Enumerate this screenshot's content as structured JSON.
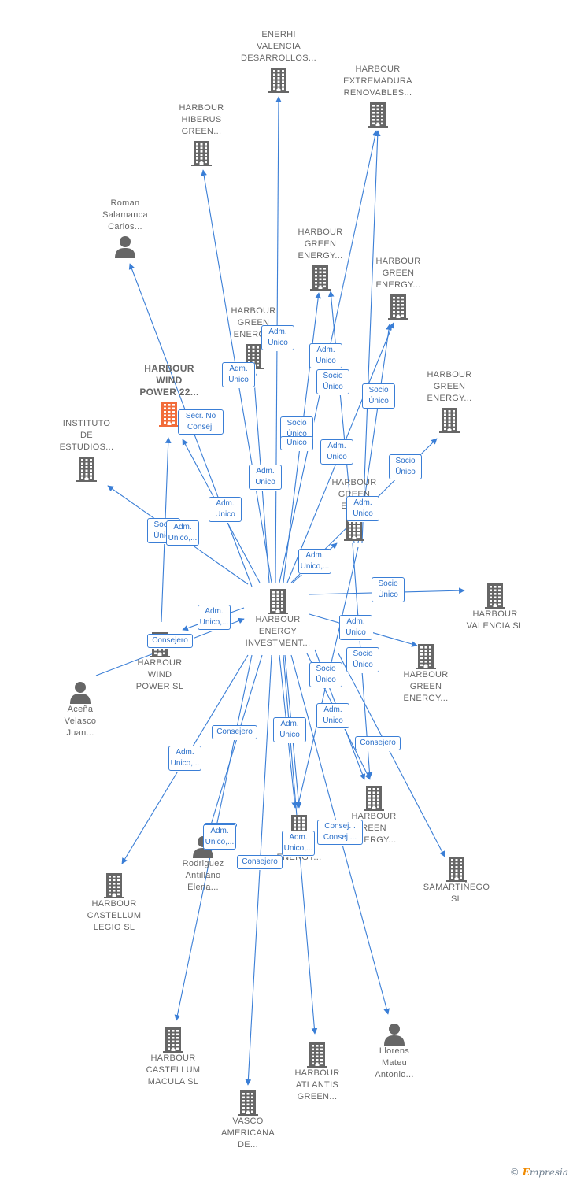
{
  "colors": {
    "edge": "#3a7ed6",
    "company_icon": "#666666",
    "focus_icon": "#f26c3a",
    "person_icon": "#666666",
    "label": "#666666"
  },
  "brand": {
    "copyright": "©",
    "first_letter": "E",
    "rest": "mpresia"
  },
  "nodes": [
    {
      "id": "center",
      "type": "company",
      "icon": "building-icon",
      "lines": [
        "HARBOUR",
        "ENERGY",
        "INVESTMENT..."
      ]
    },
    {
      "id": "enerhi",
      "type": "company",
      "icon": "building-icon",
      "lines": [
        "ENERHI",
        "VALENCIA",
        "DESARROLLOS..."
      ]
    },
    {
      "id": "extremadura",
      "type": "company",
      "icon": "building-icon",
      "lines": [
        "HARBOUR",
        "EXTREMADURA",
        "RENOVABLES..."
      ]
    },
    {
      "id": "hiberus",
      "type": "company",
      "icon": "building-icon",
      "lines": [
        "HARBOUR",
        "HIBERUS",
        "GREEN..."
      ]
    },
    {
      "id": "roman",
      "type": "person",
      "icon": "person-icon",
      "lines": [
        "Roman",
        "Salamanca",
        "Carlos..."
      ]
    },
    {
      "id": "hge1",
      "type": "company",
      "icon": "building-icon",
      "lines": [
        "HARBOUR",
        "GREEN",
        "ENERGY..."
      ]
    },
    {
      "id": "hge2",
      "type": "company",
      "icon": "building-icon",
      "lines": [
        "HARBOUR",
        "GREEN",
        "ENERGY..."
      ]
    },
    {
      "id": "hge3",
      "type": "company",
      "icon": "building-icon",
      "lines": [
        "HARBOUR",
        "GREEN",
        "ENERG..."
      ]
    },
    {
      "id": "wind22",
      "type": "focus",
      "icon": "building-icon",
      "lines": [
        "HARBOUR",
        "WIND",
        "POWER 22..."
      ]
    },
    {
      "id": "hge4",
      "type": "company",
      "icon": "building-icon",
      "lines": [
        "HARBOUR",
        "GREEN",
        "ENERGY..."
      ]
    },
    {
      "id": "instituto",
      "type": "company",
      "icon": "building-icon",
      "lines": [
        "INSTITUTO",
        "DE",
        "ESTUDIOS..."
      ]
    },
    {
      "id": "hge5",
      "type": "company",
      "icon": "building-icon",
      "lines": [
        "HARBOUR",
        "GREEN",
        "ENE..."
      ]
    },
    {
      "id": "valencia",
      "type": "company",
      "icon": "building-icon",
      "lines": [
        "HARBOUR",
        "VALENCIA  SL"
      ]
    },
    {
      "id": "windsl",
      "type": "company",
      "icon": "building-icon",
      "lines": [
        "HARBOUR",
        "WIND",
        "POWER  SL"
      ]
    },
    {
      "id": "acena",
      "type": "person",
      "icon": "person-icon",
      "lines": [
        "Aceña",
        "Velasco",
        "Juan..."
      ]
    },
    {
      "id": "hge6",
      "type": "company",
      "icon": "building-icon",
      "lines": [
        "HARBOUR",
        "GREEN",
        "ENERGY..."
      ]
    },
    {
      "id": "hge7",
      "type": "company",
      "icon": "building-icon",
      "lines": [
        "HARBOUR",
        "REEN",
        "ENERGY..."
      ]
    },
    {
      "id": "hge8",
      "type": "company",
      "icon": "building-icon",
      "lines": [
        "GREEN",
        "ENERGY..."
      ]
    },
    {
      "id": "rodriguez",
      "type": "person",
      "icon": "person-icon",
      "lines": [
        "Rodriguez",
        "Antillano",
        "Elena..."
      ]
    },
    {
      "id": "castellum_legio",
      "type": "company",
      "icon": "building-icon",
      "lines": [
        "HARBOUR",
        "CASTELLUM",
        "LEGIO  SL"
      ]
    },
    {
      "id": "samartinego",
      "type": "company",
      "icon": "building-icon",
      "lines": [
        "SAMARTIÑEGO",
        "SL"
      ]
    },
    {
      "id": "castellum_macula",
      "type": "company",
      "icon": "building-icon",
      "lines": [
        "HARBOUR",
        "CASTELLUM",
        "MACULA  SL"
      ]
    },
    {
      "id": "atlantis",
      "type": "company",
      "icon": "building-icon",
      "lines": [
        "HARBOUR",
        "ATLANTIS",
        "GREEN..."
      ]
    },
    {
      "id": "llorens",
      "type": "person",
      "icon": "person-icon",
      "lines": [
        "Llorens",
        "Mateu",
        "Antonio..."
      ]
    },
    {
      "id": "vasco",
      "type": "company",
      "icon": "building-icon",
      "lines": [
        "VASCO",
        "AMERICANA",
        "DE..."
      ]
    }
  ],
  "edge_labels": [
    [
      "Adm.",
      "Unico"
    ],
    [
      "Adm.",
      "Unico"
    ],
    [
      "Adm.",
      "Unico"
    ],
    [
      "Socio",
      "Único"
    ],
    [
      "Socio",
      "Único"
    ],
    [
      "Secr.  No",
      "Consej."
    ],
    [
      "Socio",
      "Único"
    ],
    [
      "Unico"
    ],
    [
      "Adm.",
      "Unico"
    ],
    [
      "Adm.",
      "Unico"
    ],
    [
      "Socio",
      "Único"
    ],
    [
      "Adm.",
      "Unico"
    ],
    [
      "Adm.",
      "Unico"
    ],
    [
      "Adm.",
      "Unico,..."
    ],
    [
      "Socio",
      "Único"
    ],
    [
      "Adm.",
      "Unico,..."
    ],
    [
      "Socio",
      "Único"
    ],
    [
      "Adm.",
      "Unico,..."
    ],
    [
      "Consejero"
    ],
    [
      "Adm.",
      "Unico"
    ],
    [
      "Socio",
      "Único"
    ],
    [
      "Socio",
      "Único"
    ],
    [
      "Adm.",
      "Unico"
    ],
    [
      "Adm.",
      "Unico"
    ],
    [
      "Consejero"
    ],
    [
      "Consejero"
    ],
    [
      "Adm.",
      "Unico,..."
    ],
    [
      "Adm.",
      "Unico"
    ],
    [
      "Consej. .",
      "Consej...."
    ],
    [
      "Adm.",
      "Unico,..."
    ],
    [
      "Consejero"
    ],
    [
      "Adm.",
      "Unico,..."
    ]
  ]
}
